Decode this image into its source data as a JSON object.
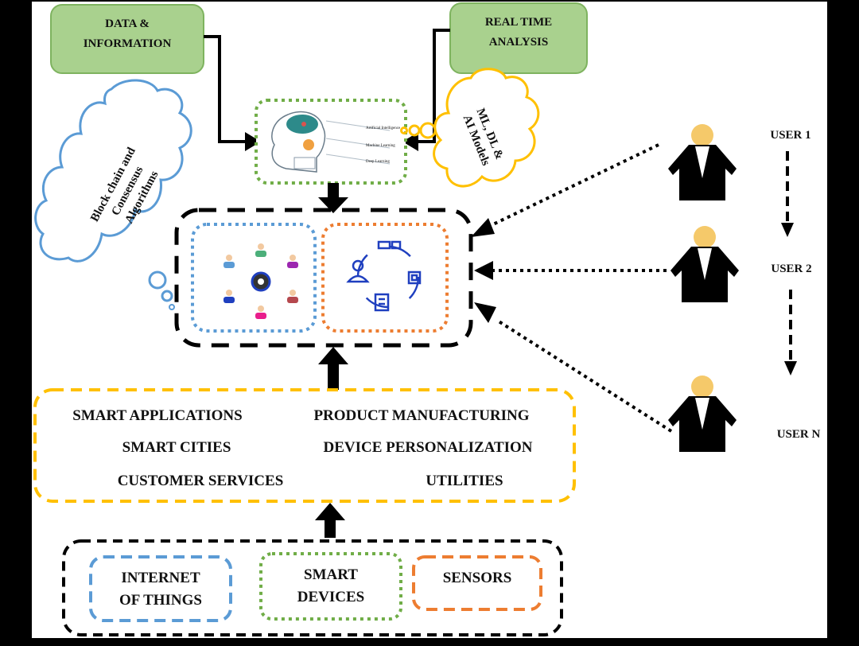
{
  "diagram": {
    "top_boxes": {
      "data_info": [
        "DATA &",
        "INFORMATION"
      ],
      "real_time": [
        "REAL TIME",
        "ANALYSIS"
      ]
    },
    "clouds": {
      "ml_models": [
        "ML, DL &",
        "AI Models"
      ],
      "blockchain": [
        "Block chain and",
        "Consensus",
        "Algorithms"
      ]
    },
    "center_panels": {
      "left_panel": "user-network-icon",
      "right_panel": "process-cycle-icon",
      "ai_panel": "ai-head-illustration"
    },
    "applications": {
      "rows": [
        [
          "SMART APPLICATIONS",
          "PRODUCT MANUFACTURING"
        ],
        [
          "SMART CITIES",
          "DEVICE PERSONALIZATION"
        ],
        [
          "CUSTOMER SERVICES",
          "UTILITIES"
        ]
      ]
    },
    "sources": [
      {
        "lines": [
          "INTERNET",
          "OF THINGS"
        ],
        "color": "#5b9bd5"
      },
      {
        "lines": [
          "SMART",
          "DEVICES"
        ],
        "color": "#70ad47"
      },
      {
        "lines": [
          "SENSORS"
        ],
        "color": "#ed7d31"
      }
    ],
    "users": [
      {
        "label": "USER 1"
      },
      {
        "label": "USER 2"
      },
      {
        "label": "USER N"
      }
    ],
    "colors": {
      "green_box_fill": "#a9d18e",
      "green_box_border": "#7eb35f",
      "blue": "#5b9bd5",
      "green": "#70ad47",
      "orange": "#ed7d31",
      "yellow": "#ffc000",
      "skin": "#f5c96a",
      "icon_blue": "#1f3fbf"
    }
  }
}
